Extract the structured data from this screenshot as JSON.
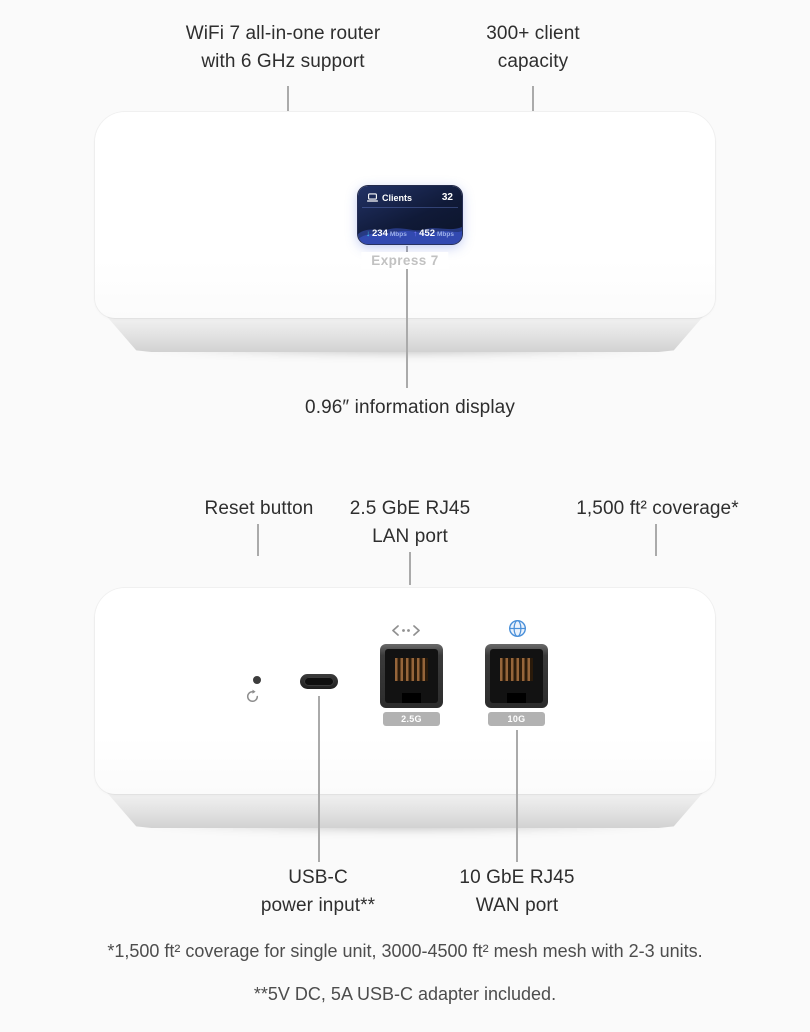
{
  "colors": {
    "background": "#fafafa",
    "display_background": "#101a38",
    "display_glow": "#3b5bd6",
    "download_accent": "#45d6f4",
    "upload_accent": "#7f7bff",
    "globe_blue": "#4a90d9",
    "port_badge_gray": "#b2b2b2"
  },
  "icons": {
    "download_arrow": "↓",
    "upload_arrow": "↑"
  },
  "top_callouts": {
    "router_line1": "WiFi 7 all-in-one router",
    "router_line2": "with 6 GHz support",
    "clients_line1": "300+ client",
    "clients_line2": "capacity"
  },
  "front_device": {
    "model_name": "Express 7",
    "display": {
      "clients_label": "Clients",
      "clients_count": "32",
      "download_value": "234",
      "download_unit": "Mbps",
      "upload_value": "452",
      "upload_unit": "Mbps"
    }
  },
  "display_callout": "0.96″ information display",
  "back_callouts": {
    "reset": "Reset button",
    "lan_line1": "2.5 GbE RJ45",
    "lan_line2": "LAN port",
    "coverage": "1,500 ft² coverage*"
  },
  "back_device": {
    "lan_badge": "2.5G",
    "wan_badge": "10G"
  },
  "bottom_callouts": {
    "usb_line1": "USB-C",
    "usb_line2": "power input**",
    "wan_line1": "10 GbE RJ45",
    "wan_line2": "WAN port"
  },
  "footnotes": {
    "coverage_note": "*1,500 ft² coverage for single unit, 3000-4500 ft² mesh mesh with 2-3 units.",
    "power_note": "**5V DC, 5A USB-C adapter included."
  }
}
